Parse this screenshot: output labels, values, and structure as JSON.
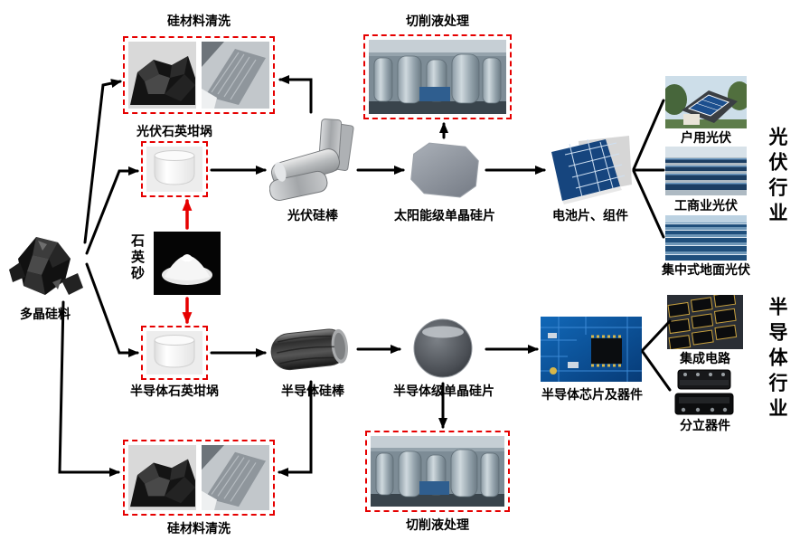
{
  "colors": {
    "arrow_black": "#000000",
    "arrow_red": "#e60000",
    "dashed_border_red": "#e60000"
  },
  "nodes": {
    "poly_silicon": {
      "label": "多晶硅料"
    },
    "cleaning_top": {
      "label": "硅材料清洗"
    },
    "cutting_fluid_top": {
      "label": "切削液处理"
    },
    "pv_crucible": {
      "label": "光伏石英坩埚"
    },
    "quartz_sand": {
      "label": "石英砂"
    },
    "pv_rod": {
      "label": "光伏硅棒"
    },
    "solar_wafer": {
      "label": "太阳能级单晶硅片"
    },
    "cells_modules": {
      "label": "电池片、组件"
    },
    "residential_pv": {
      "label": "户用光伏"
    },
    "commercial_pv": {
      "label": "工商业光伏"
    },
    "ground_pv": {
      "label": "集中式地面光伏"
    },
    "pv_industry": {
      "label": "光伏行业"
    },
    "semi_crucible": {
      "label": "半导体石英坩埚"
    },
    "semi_rod": {
      "label": "半导体硅棒"
    },
    "semi_wafer": {
      "label": "半导体级单晶硅片"
    },
    "semi_devices": {
      "label": "半导体芯片及器件"
    },
    "integrated_circuit": {
      "label": "集成电路"
    },
    "discrete_device": {
      "label": "分立器件"
    },
    "semi_industry": {
      "label": "半导体行业"
    },
    "cleaning_bottom": {
      "label": "硅材料清洗"
    },
    "cutting_fluid_bottom": {
      "label": "切削液处理"
    }
  }
}
